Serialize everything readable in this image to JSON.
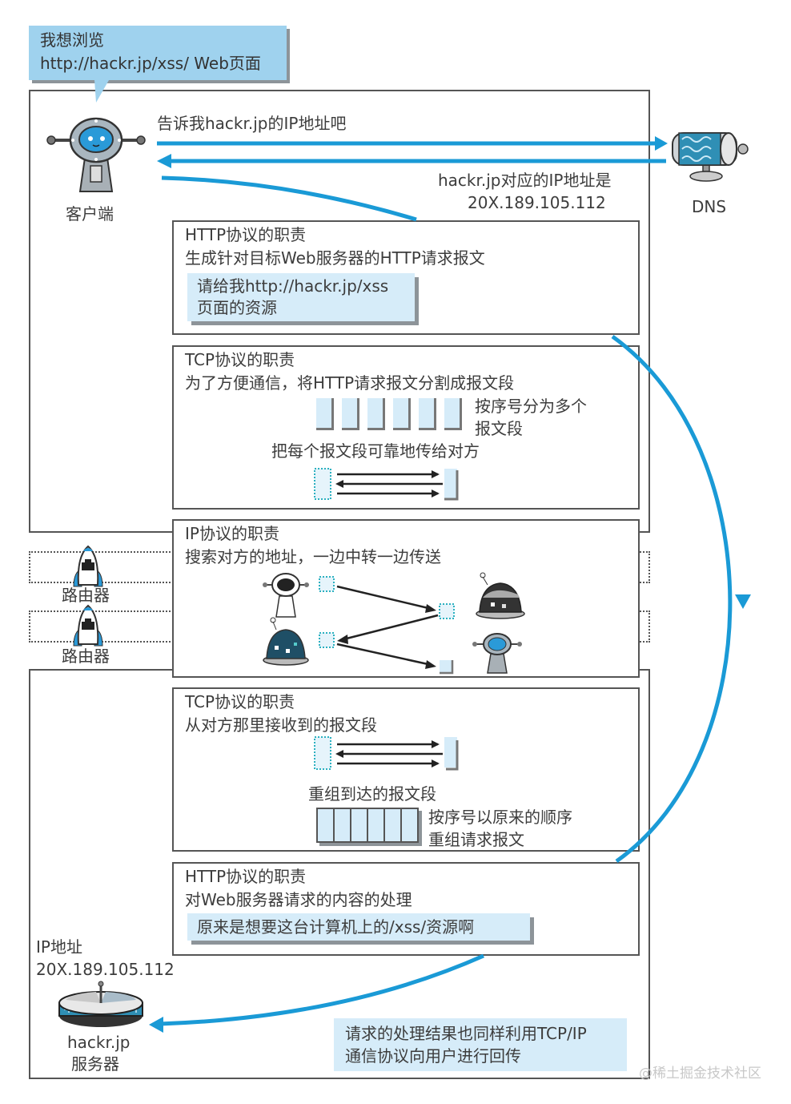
{
  "colors": {
    "accent": "#1a9ad6",
    "note_bg": "#d6ecf9",
    "segment_fill": "#d6ecf9",
    "border": "#555555"
  },
  "speech_bubble": {
    "line1": "我想浏览",
    "line2": "http://hackr.jp/xss/ Web页面"
  },
  "client": {
    "label": "客户端",
    "icon": "robot-client-icon"
  },
  "dns": {
    "label": "DNS",
    "icon": "dns-server-icon",
    "query": "告诉我hackr.jp的IP地址吧",
    "response_line1": "hackr.jp对应的IP地址是",
    "response_line2": "20X.189.105.112"
  },
  "http_client": {
    "title": "HTTP协议的职责",
    "desc": "生成针对目标Web服务器的HTTP请求报文",
    "note_line1": "请给我http://hackr.jp/xss",
    "note_line2": "页面的资源"
  },
  "tcp_client": {
    "title": "TCP协议的职责",
    "desc": "为了方便通信，将HTTP请求报文分割成报文段",
    "segments_label_line1": "按序号分为多个",
    "segments_label_line2": "报文段",
    "segment_count": 6,
    "transfer_label": "把每个报文段可靠地传给对方"
  },
  "ip": {
    "title": "IP协议的职责",
    "desc": "搜索对方的地址，一边中转一边传送"
  },
  "routers": [
    {
      "label": "路由器",
      "icon": "router-rocket-icon"
    },
    {
      "label": "路由器",
      "icon": "router-rocket-icon"
    }
  ],
  "tcp_server": {
    "title": "TCP协议的职责",
    "desc": "从对方那里接收到的报文段",
    "reassemble_label": "重组到达的报文段",
    "order_label_line1": "按序号以原来的顺序",
    "order_label_line2": "重组请求报文",
    "segment_count": 6
  },
  "http_server": {
    "title": "HTTP协议的职责",
    "desc": "对Web服务器请求的内容的处理",
    "note": "原来是想要这台计算机上的/xss/资源啊"
  },
  "server": {
    "ip_label": "IP地址",
    "ip_value": "20X.189.105.112",
    "name_line1": "hackr.jp",
    "name_line2": "服务器",
    "icon": "server-disc-icon"
  },
  "return_note": {
    "line1": "请求的处理结果也同样利用TCP/IP",
    "line2": "通信协议向用户进行回传"
  },
  "watermark": "@稀土掘金技术社区"
}
